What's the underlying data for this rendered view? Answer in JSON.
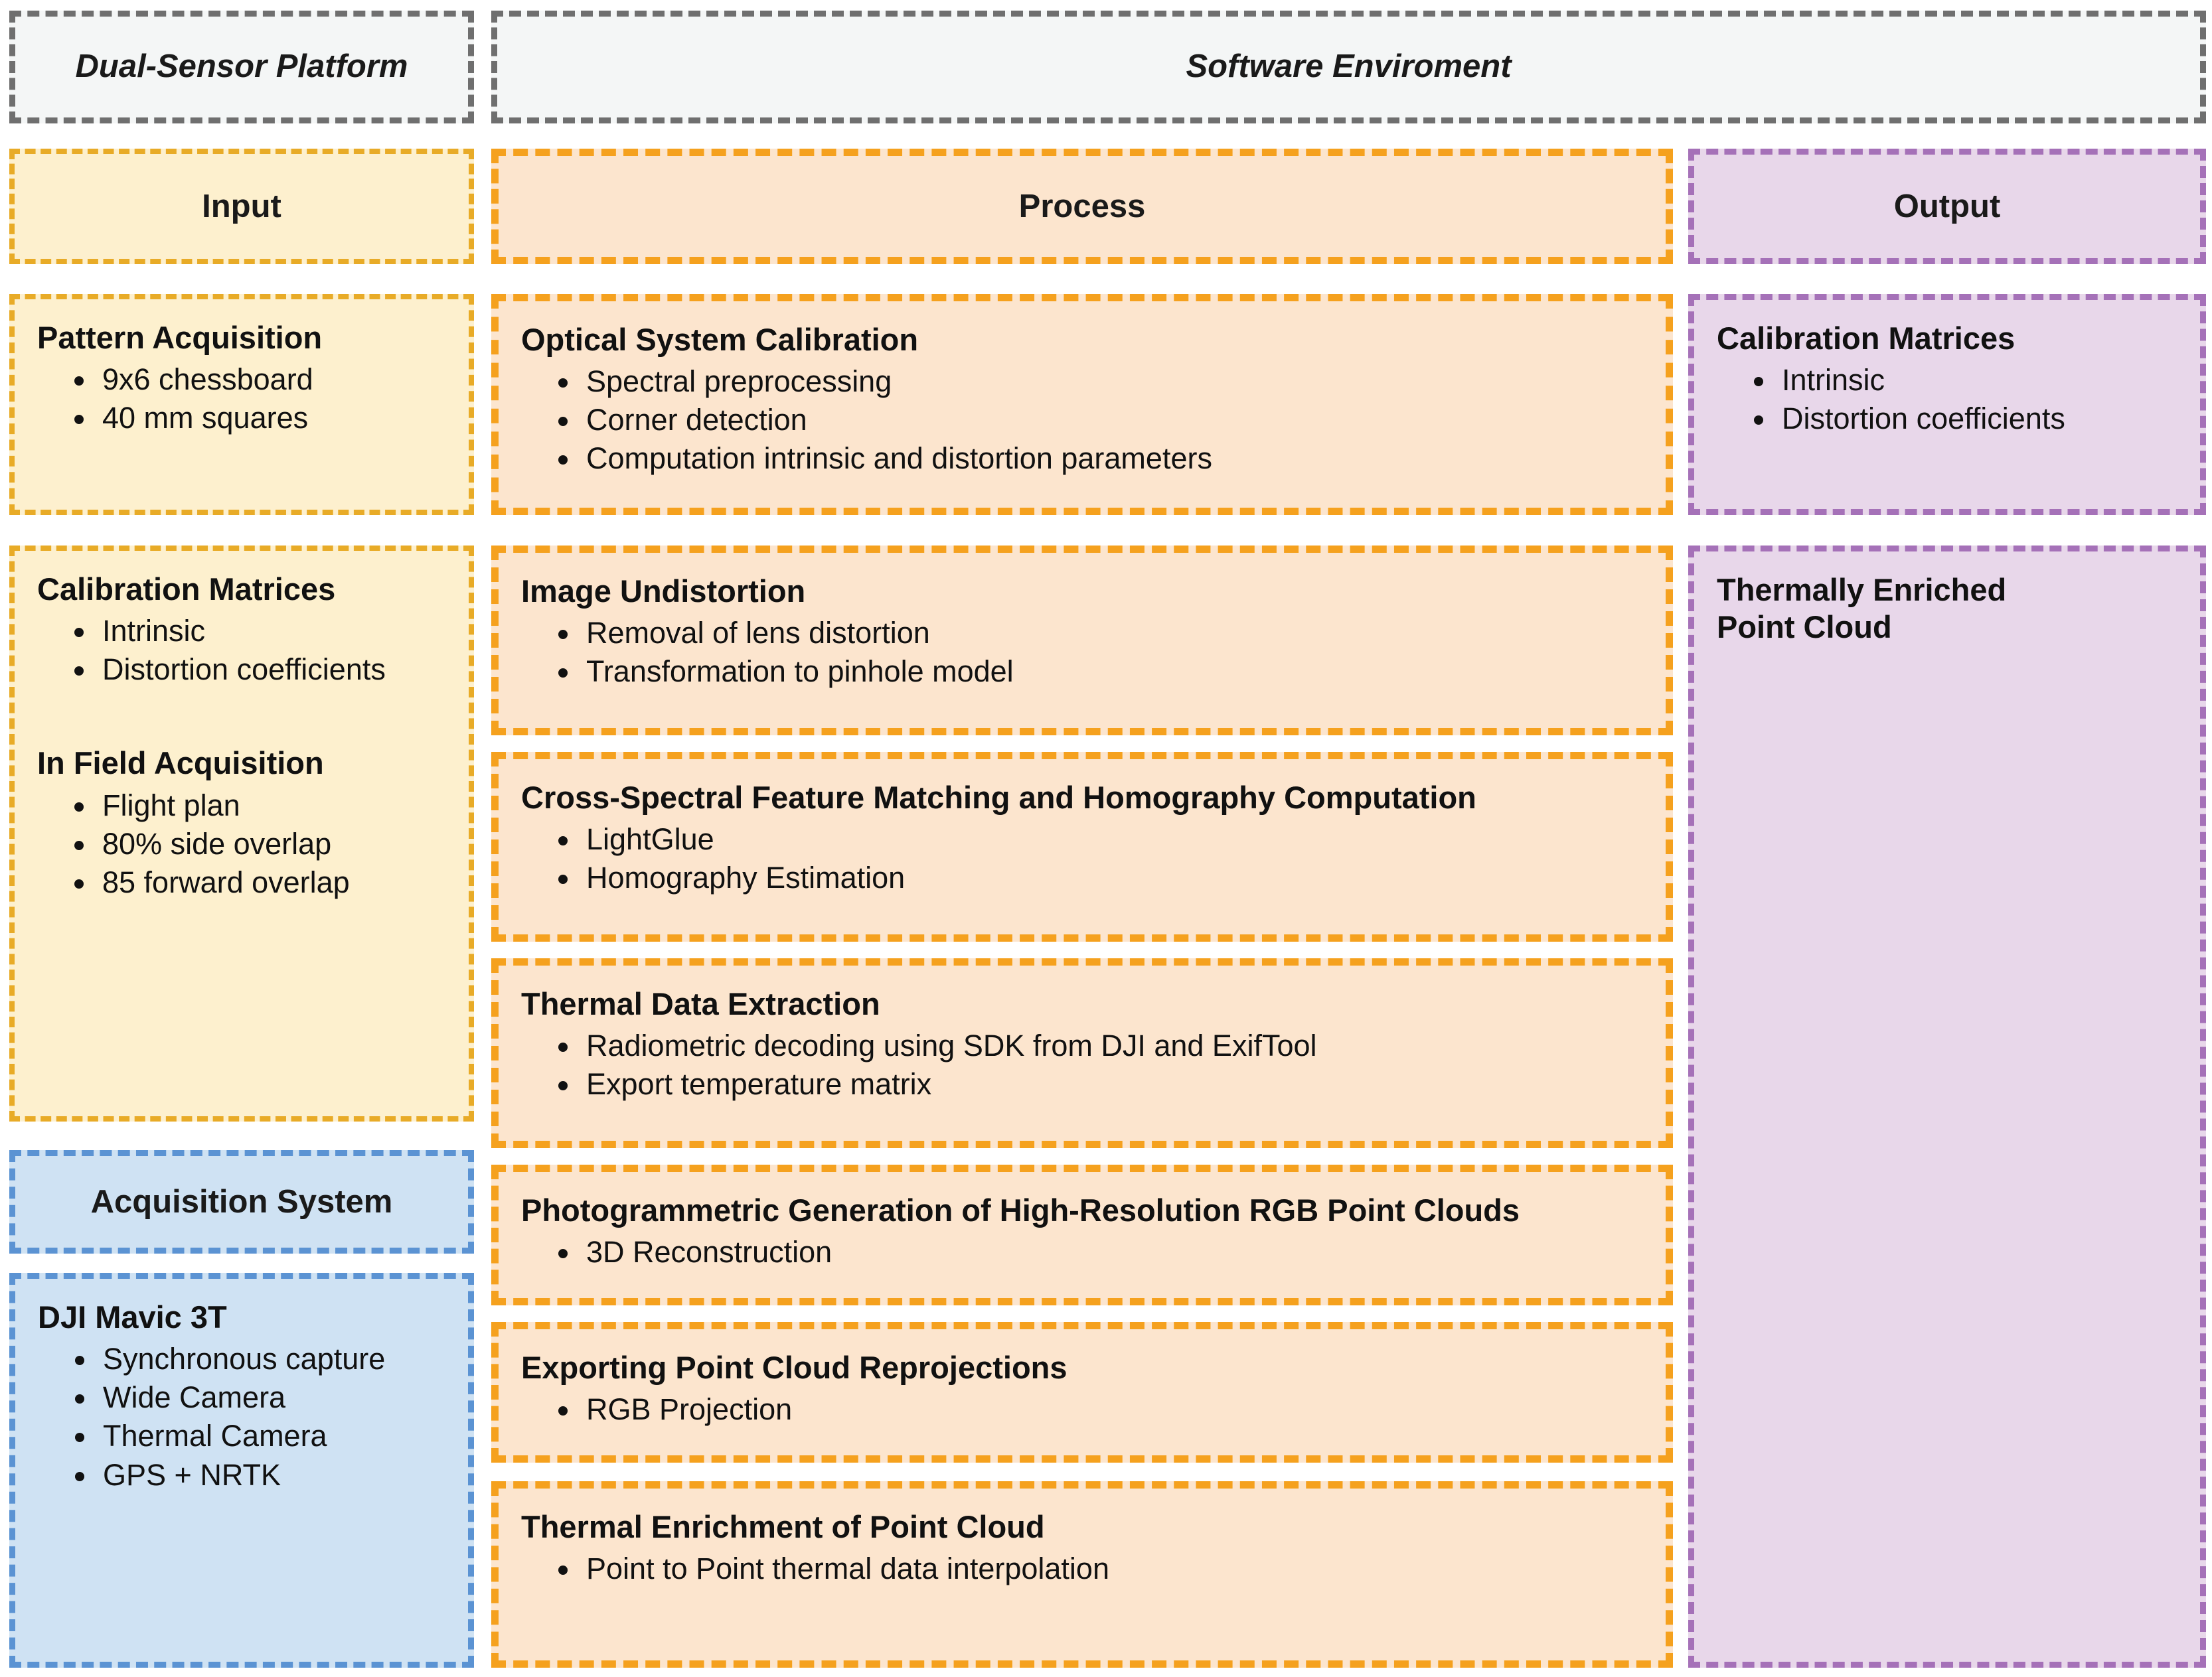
{
  "headers": {
    "left": "Dual-Sensor Platform",
    "right": "Software Enviroment"
  },
  "columns": {
    "input": "Input",
    "process": "Process",
    "output": "Output"
  },
  "colors": {
    "yellow_fill": "#FDF0CE",
    "yellow_border": "#E8AB27",
    "orange_fill": "#FCE5CE",
    "orange_border": "#F5A11E",
    "purple_fill": "#E8D7EA",
    "purple_border": "#A571B8",
    "blue_fill": "#CFE2F3",
    "blue_border": "#5B93D3",
    "grey_fill": "#F4F6F6",
    "grey_border": "#6F6F6F"
  },
  "input_column": {
    "pattern_acquisition": {
      "title": "Pattern Acquisition",
      "bullets": [
        "9x6 chessboard",
        "40 mm squares"
      ]
    },
    "calibration_matrices": {
      "title": "Calibration Matrices",
      "bullets": [
        "Intrinsic",
        "Distortion coefficients"
      ]
    },
    "in_field_acquisition": {
      "title": "In Field Acquisition",
      "bullets": [
        "Flight plan",
        "80% side overlap",
        "85 forward overlap"
      ]
    },
    "acquisition_system_band": "Acquisition System",
    "dji": {
      "title": "DJI Mavic 3T",
      "bullets": [
        "Synchronous capture",
        "Wide Camera",
        "Thermal Camera",
        "GPS + NRTK"
      ]
    }
  },
  "process_column": {
    "optical_system_calibration": {
      "title": "Optical System Calibration",
      "bullets": [
        "Spectral preprocessing",
        "Corner detection",
        "Computation intrinsic and distortion parameters"
      ]
    },
    "image_undistortion": {
      "title": "Image Undistortion",
      "bullets": [
        "Removal of lens distortion",
        "Transformation to pinhole model"
      ]
    },
    "cross_spectral": {
      "title": "Cross-Spectral Feature Matching and Homography Computation",
      "bullets": [
        "LightGlue",
        "Homography Estimation"
      ]
    },
    "thermal_data_extraction": {
      "title": "Thermal Data Extraction",
      "bullets": [
        "Radiometric decoding using SDK from DJI and ExifTool",
        "Export temperature matrix"
      ]
    },
    "photogrammetric": {
      "title": "Photogrammetric Generation of High-Resolution RGB Point Clouds",
      "bullets": [
        "3D Reconstruction"
      ]
    },
    "exporting": {
      "title": "Exporting Point Cloud Reprojections",
      "bullets": [
        "RGB Projection"
      ]
    },
    "thermal_enrichment": {
      "title": "Thermal Enrichment of Point Cloud",
      "bullets": [
        "Point to Point thermal data interpolation"
      ]
    }
  },
  "output_column": {
    "calibration_matrices": {
      "title": "Calibration Matrices",
      "bullets": [
        "Intrinsic",
        "Distortion coefficients"
      ]
    },
    "thermally_enriched": {
      "title": "Thermally Enriched\nPoint Cloud",
      "bullets": []
    }
  }
}
